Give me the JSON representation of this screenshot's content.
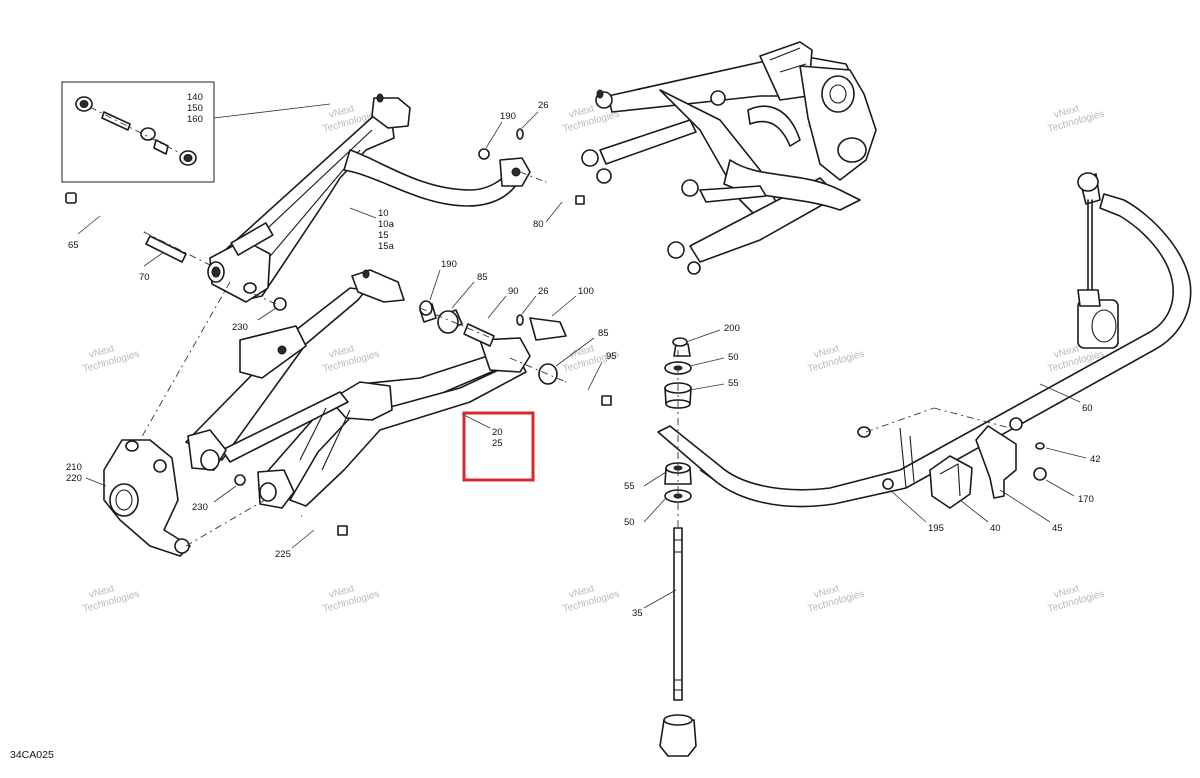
{
  "diagram_code": "34CA025",
  "watermark": {
    "line1": "vNext",
    "line2": "Technologies",
    "combined": "vNext Technologies"
  },
  "highlight_color": "#d62a2a",
  "callouts": {
    "c140": "140",
    "c150": "150",
    "c160": "160",
    "c10": "10",
    "c10a": "10a",
    "c15": "15",
    "c15a": "15a",
    "c190a": "190",
    "c26a": "26",
    "c80": "80",
    "c65": "65",
    "c70": "70",
    "c230a": "230",
    "c190b": "190",
    "c85a": "85",
    "c90": "90",
    "c26b": "26",
    "c100": "100",
    "c85b": "85",
    "c95": "95",
    "c20": "20",
    "c25": "25",
    "c210": "210",
    "c220": "220",
    "c230b": "230",
    "c225": "225",
    "c200": "200",
    "c50a": "50",
    "c55a": "55",
    "c55b": "55",
    "c50b": "50",
    "c35": "35",
    "c60": "60",
    "c42": "42",
    "c170": "170",
    "c195": "195",
    "c40": "40",
    "c45": "45"
  }
}
